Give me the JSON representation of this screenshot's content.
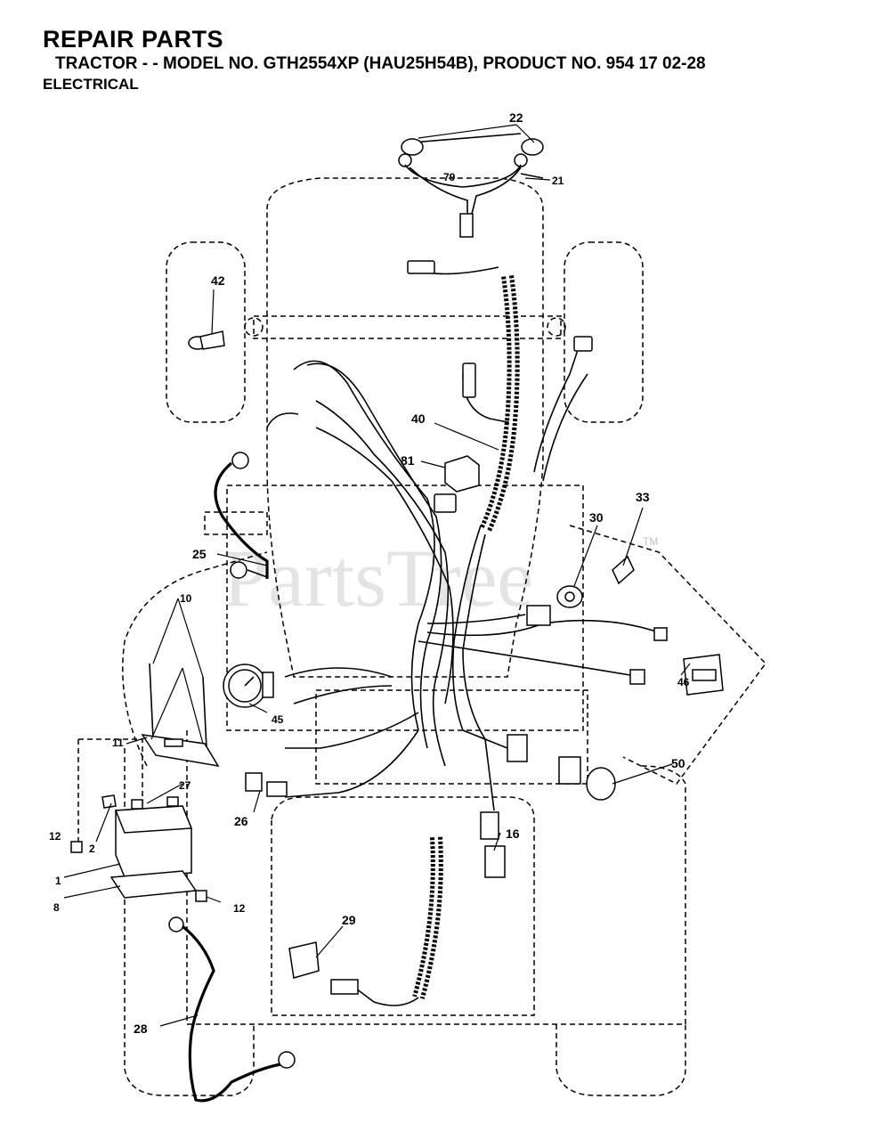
{
  "header": {
    "title": "REPAIR PARTS",
    "subtitle": "TRACTOR - - MODEL NO. GTH2554XP (HAU25H54B), PRODUCT NO. 954 17 02-28",
    "section": "ELECTRICAL"
  },
  "watermark": {
    "text": "PartsTree",
    "tm": "TM"
  },
  "callouts": {
    "c22": "22",
    "c79": "79",
    "c21": "21",
    "c42": "42",
    "c40": "40",
    "c81": "81",
    "c33": "33",
    "c30": "30",
    "c25": "25",
    "c10": "10",
    "c11": "11",
    "c45": "45",
    "c46": "46",
    "c27": "27",
    "c50": "50",
    "c26": "26",
    "c12a": "12",
    "c2": "2",
    "c16": "16",
    "c1": "1",
    "c12b": "12",
    "c8": "8",
    "c29": "29",
    "c28": "28"
  }
}
